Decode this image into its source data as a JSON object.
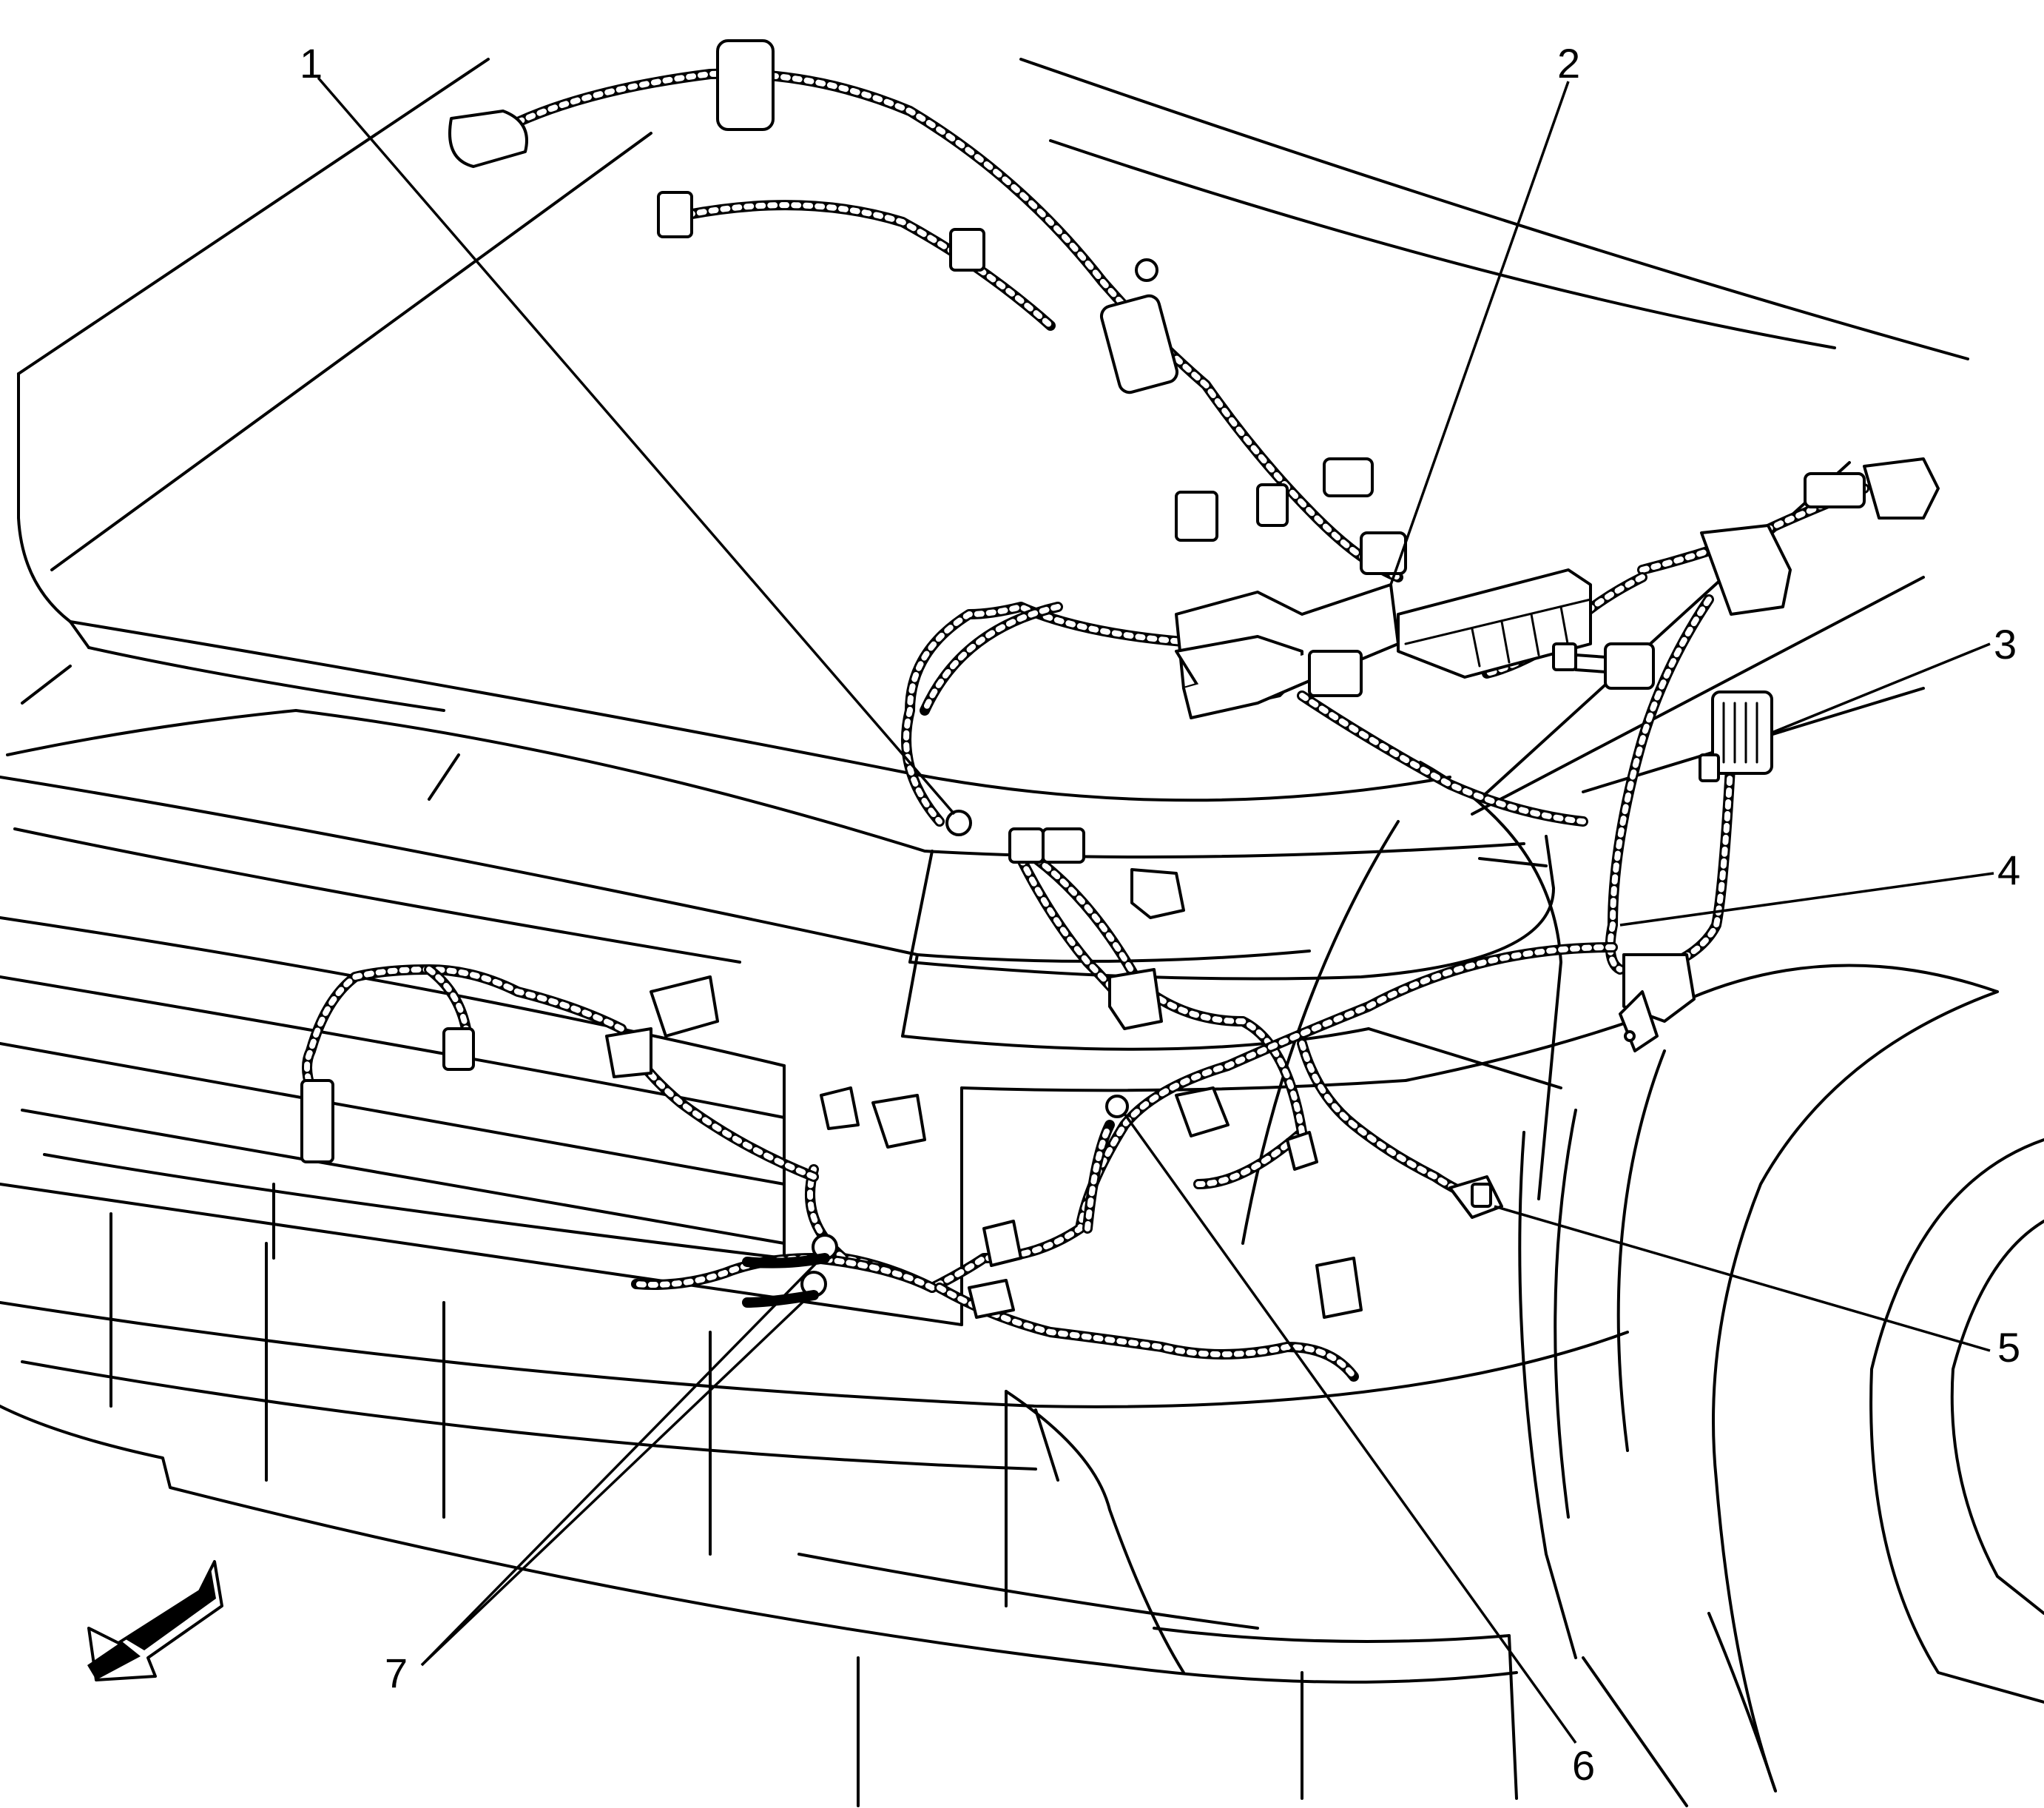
{
  "callouts": [
    {
      "id": "1",
      "label": "1"
    },
    {
      "id": "2",
      "label": "2"
    },
    {
      "id": "3",
      "label": "3"
    },
    {
      "id": "4",
      "label": "4"
    },
    {
      "id": "5",
      "label": "5"
    },
    {
      "id": "6",
      "label": "6"
    },
    {
      "id": "7",
      "label": "7"
    }
  ],
  "icons": {
    "front_arrow": "front-direction-arrow-icon"
  },
  "colors": {
    "ink": "#000000",
    "paper": "#ffffff"
  }
}
